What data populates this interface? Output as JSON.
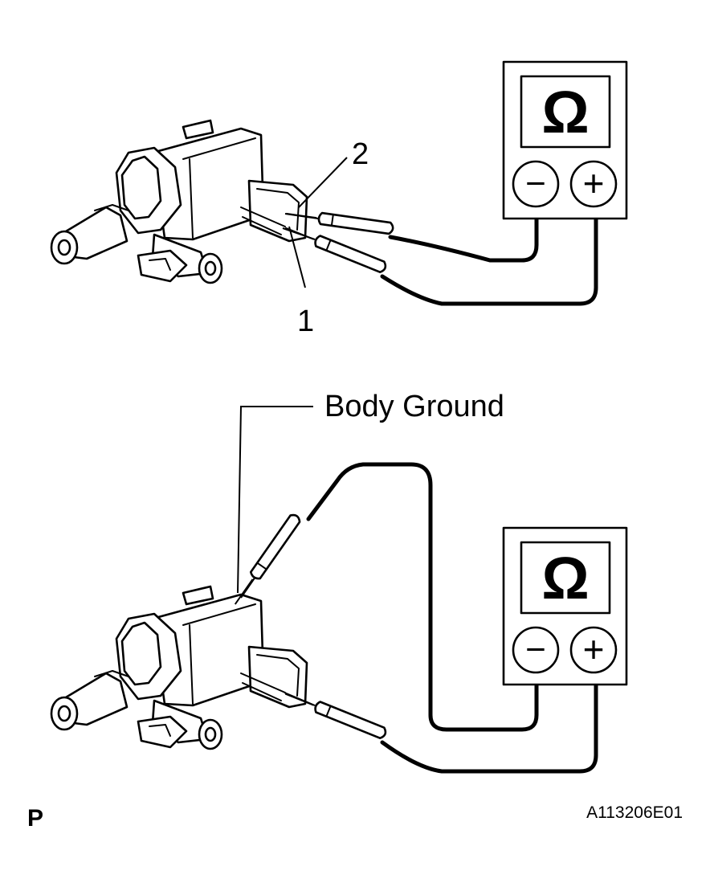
{
  "labels": {
    "terminal_2": "2",
    "terminal_1": "1",
    "body_ground": "Body Ground",
    "corner_letter": "P",
    "figure_id": "A113206E01"
  },
  "meter": {
    "symbol": "Ω",
    "negative_sign": "−",
    "positive_sign": "+"
  },
  "colors": {
    "line": "#000000",
    "background": "#ffffff"
  }
}
